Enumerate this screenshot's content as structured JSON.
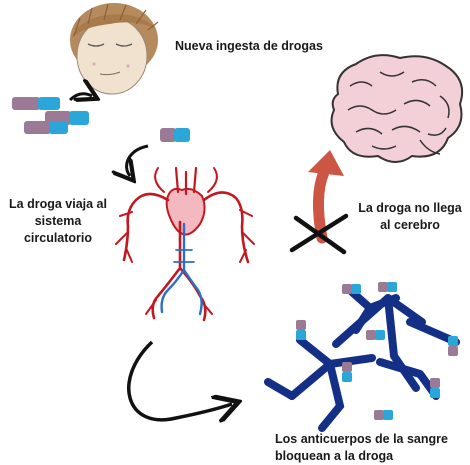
{
  "labels": {
    "intake": "Nueva ingesta de drogas",
    "circulation": [
      "La droga viaja al",
      "sistema",
      "circulatorio"
    ],
    "no_brain": [
      "La droga no llega",
      "al cerebro"
    ],
    "antibodies": [
      "Los anticuerpos de la sangre",
      "bloquean a la droga"
    ]
  },
  "colors": {
    "capsule_purple": "#9a7a94",
    "capsule_blue": "#2aa6d8",
    "antibody_blue": "#142f86",
    "artery_red": "#c21820",
    "vein_blue": "#2d6fc4",
    "brain_pink": "#f3cfd8",
    "arrow_red": "#cc5544",
    "hair_brown": "#b58a5c"
  },
  "icons": {
    "face": "sleeping-face-icon",
    "capsules": "capsule-icon",
    "brain": "brain-icon",
    "body": "circulatory-system-icon",
    "antibodies": "antibody-icon",
    "blocked": "cross-mark-icon"
  }
}
